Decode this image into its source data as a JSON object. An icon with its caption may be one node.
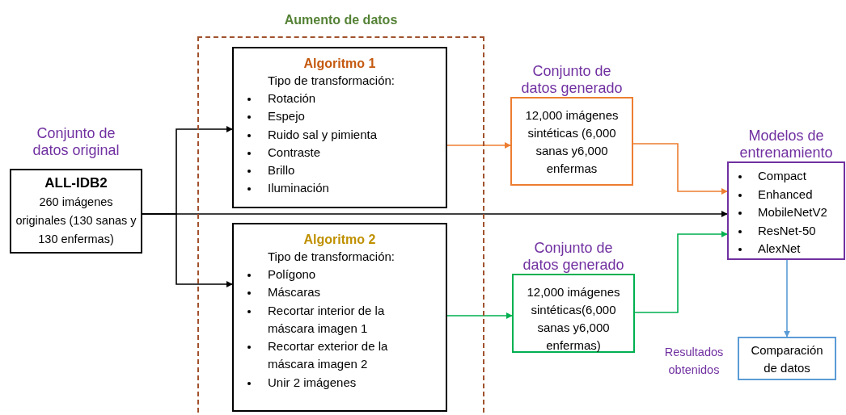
{
  "diagram": {
    "nodes": [
      {
        "text": [
          "Aumento de datos"
        ]
      },
      {
        "text": [
          "Algoritmo 1",
          "Tipo de transformación:",
          "Rotación",
          "Espejo",
          "Ruido sal y pimienta",
          "Contraste",
          "Brillo",
          "Iluminación"
        ],
        "in": 0
      },
      {
        "text": [
          "Algoritmo 2",
          "Tipo de transformación:",
          "Polígono",
          "Máscaras",
          "Recortar interior de la máscara imagen 1",
          "Recortar exterior de la máscara imagen 2",
          "Unir 2 imágenes"
        ],
        "in": 0
      },
      {
        "text": [
          "Conjunto de datos original",
          "ALL-IDB2",
          "260 imágenes originales (130 sanas y 130 enfermas)"
        ]
      },
      {
        "text": [
          "Conjunto de datos generado",
          "12,000 imágenes sintéticas (6,000 sanas y6,000 enfermas"
        ]
      },
      {
        "text": [
          "Conjunto de datos generado",
          "12,000 imágenes sintéticas(6,000 sanas y6,000 enfermas)"
        ]
      },
      {
        "text": [
          "Modelos de entrenamiento",
          "Compact",
          "Enhanced",
          "MobileNetV2",
          "ResNet-50",
          "AlexNet"
        ]
      },
      {
        "text": [
          "Comparación de datos"
        ],
        "beside": [
          "Resultados obtenidos"
        ]
      }
    ],
    "edges": [
      {
        "from": 3,
        "to": 1,
        "arrow": "to"
      },
      {
        "from": 3,
        "to": 2,
        "arrow": "to"
      },
      {
        "from": 3,
        "to": 6,
        "arrow": "to"
      },
      {
        "from": 1,
        "to": 4,
        "arrow": "to",
        "color": "#ed7d31"
      },
      {
        "from": 4,
        "to": 6,
        "arrow": "to",
        "color": "#ed7d31"
      },
      {
        "from": 2,
        "to": 5,
        "arrow": "to",
        "color": "#00b050"
      },
      {
        "from": 5,
        "to": 6,
        "arrow": "to",
        "color": "#00b050"
      },
      {
        "from": 6,
        "to": 7,
        "arrow": "to",
        "color": "#5b9bd5"
      }
    ]
  }
}
